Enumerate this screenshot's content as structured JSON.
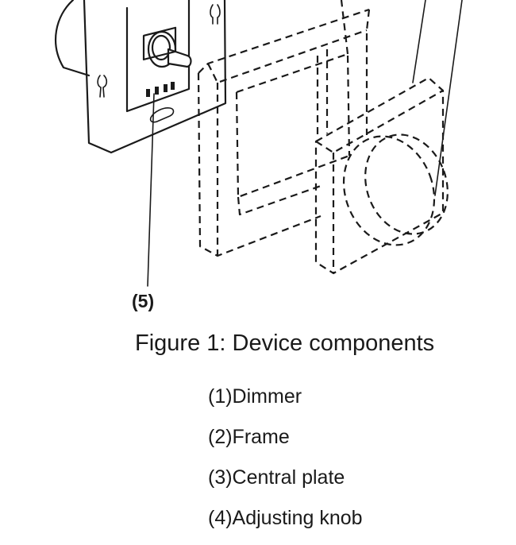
{
  "diagram": {
    "callout_label": "(5)",
    "caption": "Figure 1: Device components",
    "legend": [
      "(1)Dimmer",
      "(2)Frame",
      "(3)Central plate",
      "(4)Adjusting knob"
    ]
  }
}
